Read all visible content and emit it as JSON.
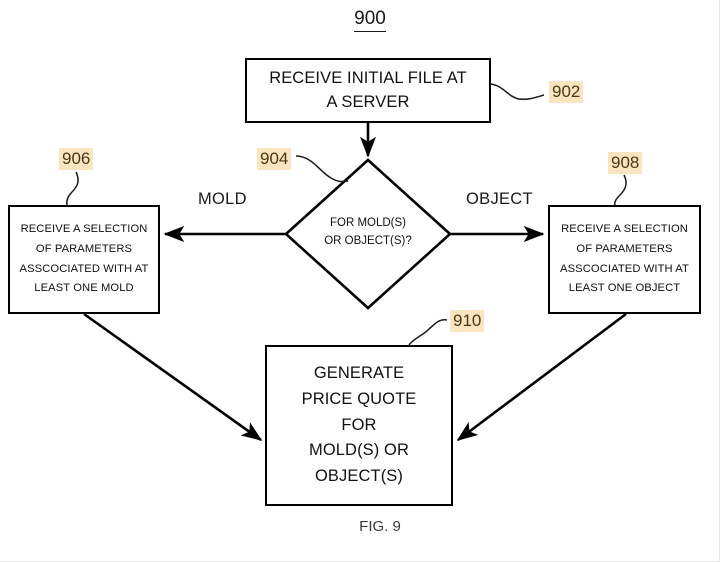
{
  "figure": {
    "number": "900",
    "caption": "FIG. 9"
  },
  "colors": {
    "stroke": "#000000",
    "node_fill": "#ffffff",
    "background": "#ffffff",
    "ref_highlight": "#fae5c0",
    "ref_text": "#4a3714",
    "text": "#111111"
  },
  "nodes": [
    {
      "id": "902",
      "shape": "rectangle",
      "name": "receive-file-node",
      "text": "RECEIVE INITIAL FILE AT\nA SERVER"
    },
    {
      "id": "904",
      "shape": "diamond",
      "name": "decision-node",
      "text": "FOR MOLD(S)\nOR OBJECT(S)?"
    },
    {
      "id": "906",
      "shape": "rectangle",
      "name": "mold-parameters-node",
      "text": "RECEIVE A SELECTION\nOF PARAMETERS\nASSCOCIATED WITH AT\nLEAST ONE MOLD"
    },
    {
      "id": "908",
      "shape": "rectangle",
      "name": "object-parameters-node",
      "text": "RECEIVE A SELECTION\nOF PARAMETERS\nASSCOCIATED WITH AT\nLEAST ONE OBJECT"
    },
    {
      "id": "910",
      "shape": "rectangle",
      "name": "generate-quote-node",
      "text": "GENERATE\nPRICE QUOTE\nFOR\nMOLD(S) OR\nOBJECT(S)"
    }
  ],
  "edge_labels": {
    "left_branch": "MOLD",
    "right_branch": "OBJECT"
  },
  "reference_numbers": {
    "top_box": "902",
    "decision": "904",
    "left_box": "906",
    "right_box": "908",
    "bottom_box": "910"
  },
  "chart_data": {
    "type": "table",
    "title": "900",
    "nodes": [
      {
        "ref": "902",
        "shape": "rectangle",
        "label": "RECEIVE INITIAL FILE AT A SERVER"
      },
      {
        "ref": "904",
        "shape": "diamond",
        "label": "FOR MOLD(S) OR OBJECT(S)?"
      },
      {
        "ref": "906",
        "shape": "rectangle",
        "label": "RECEIVE A SELECTION OF PARAMETERS ASSCOCIATED WITH AT LEAST ONE MOLD"
      },
      {
        "ref": "908",
        "shape": "rectangle",
        "label": "RECEIVE A SELECTION OF PARAMETERS ASSCOCIATED WITH AT LEAST ONE OBJECT"
      },
      {
        "ref": "910",
        "shape": "rectangle",
        "label": "GENERATE PRICE QUOTE FOR MOLD(S) OR OBJECT(S)"
      }
    ],
    "edges": [
      {
        "from": "902",
        "to": "904",
        "label": ""
      },
      {
        "from": "904",
        "to": "906",
        "label": "MOLD"
      },
      {
        "from": "904",
        "to": "908",
        "label": "OBJECT"
      },
      {
        "from": "906",
        "to": "910",
        "label": ""
      },
      {
        "from": "908",
        "to": "910",
        "label": ""
      }
    ]
  }
}
